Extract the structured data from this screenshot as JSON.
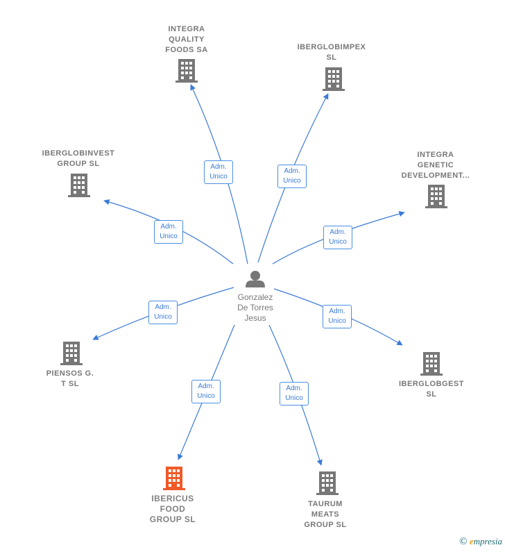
{
  "center": {
    "label": "Gonzalez\nDe Torres\nJesus",
    "icon": "person-icon",
    "color": "#777777"
  },
  "nodes": [
    {
      "id": "integra-quality",
      "label": "INTEGRA\nQUALITY\nFOODS SA",
      "icon": "building-icon",
      "highlight": false
    },
    {
      "id": "iberglobimpex",
      "label": "IBERGLOBIMPEX\nSL",
      "icon": "building-icon",
      "highlight": false
    },
    {
      "id": "iberglobinvest",
      "label": "IBERGLOBINVEST\nGROUP  SL",
      "icon": "building-icon",
      "highlight": false
    },
    {
      "id": "integra-genetic",
      "label": "INTEGRA\nGENETIC\nDEVELOPMENT...",
      "icon": "building-icon",
      "highlight": false
    },
    {
      "id": "piensos",
      "label": "PIENSOS G.\nT SL",
      "icon": "building-icon",
      "highlight": false
    },
    {
      "id": "iberglobgest",
      "label": "IBERGLOBGEST\nSL",
      "icon": "building-icon",
      "highlight": false
    },
    {
      "id": "ibericus",
      "label": "IBERICUS\nFOOD\nGROUP  SL",
      "icon": "building-icon",
      "highlight": true
    },
    {
      "id": "taurum",
      "label": "TAURUM\nMEATS\nGROUP  SL",
      "icon": "building-icon",
      "highlight": false
    }
  ],
  "edge_label": "Adm.\nUnico",
  "colors": {
    "edge": "#3b7bd6",
    "building": "#777777",
    "highlight": "#f05a28"
  },
  "credit": {
    "symbol": "©",
    "brand_initial": "e",
    "brand_rest": "mpresia"
  }
}
